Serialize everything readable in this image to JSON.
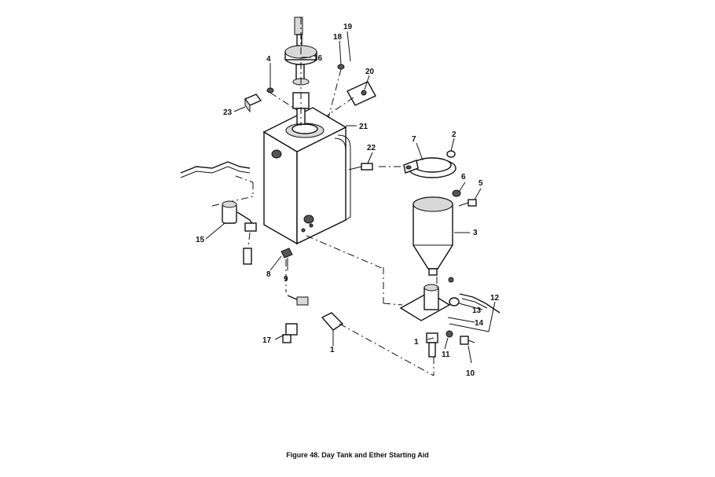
{
  "caption": "Figure 48. Day Tank and Ether Starting Aid",
  "callouts": [
    "1",
    "1",
    "2",
    "3",
    "4",
    "5",
    "6",
    "7",
    "8",
    "9",
    "10",
    "11",
    "12",
    "13",
    "14",
    "15",
    "16",
    "17",
    "18",
    "19",
    "20",
    "21",
    "22",
    "23"
  ]
}
